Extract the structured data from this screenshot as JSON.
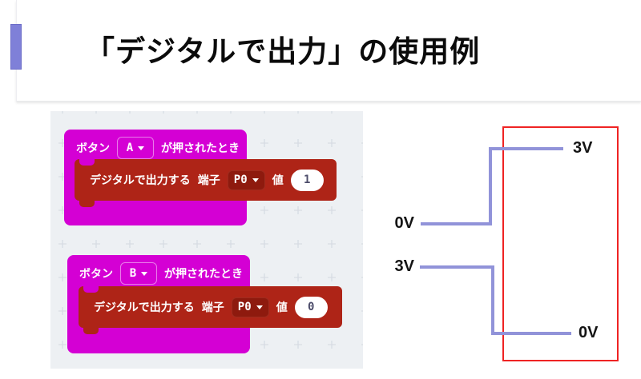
{
  "title": "「デジタルで出力」の使用例",
  "blocks": [
    {
      "event_prefix": "ボタン",
      "button": "A",
      "event_suffix": "が押されたとき",
      "cmd_label": "デジタルで出力する",
      "pin_label": "端子",
      "pin": "P0",
      "value_label": "値",
      "value": "1"
    },
    {
      "event_prefix": "ボタン",
      "button": "B",
      "event_suffix": "が押されたとき",
      "cmd_label": "デジタルで出力する",
      "pin_label": "端子",
      "pin": "P0",
      "value_label": "値",
      "value": "0"
    }
  ],
  "diagram": {
    "signal_a": {
      "start": "0V",
      "end": "3V"
    },
    "signal_b": {
      "start": "3V",
      "end": "0V"
    }
  },
  "colors": {
    "event_block": "#d400d4",
    "statement_block": "#ae2417",
    "pin_dropdown": "#8e1a0e",
    "signal_line": "#9193d9",
    "diagram_frame": "#ef2323",
    "accent_bar": "#7f80d8"
  }
}
